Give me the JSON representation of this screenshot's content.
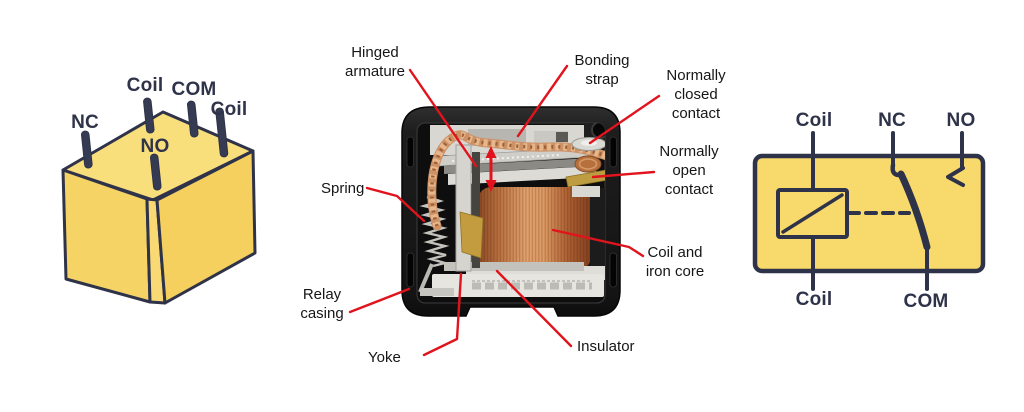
{
  "colors": {
    "navy": "#2f3349",
    "body_yellow": "#f6d365",
    "top_yellow": "#f9de7c",
    "schematic_yellow": "#f8d96b",
    "leader_red": "#e1131d",
    "coil_copper": "#c97c4a",
    "casing_black": "#1a1a1a",
    "photo_label_text": "#161616",
    "background": "#ffffff"
  },
  "pinout": {
    "nc": "NC",
    "coil_top": "Coil",
    "com": "COM",
    "coil_right": "Coil",
    "no": "NO"
  },
  "photo": {
    "hinged_armature": "Hinged\narmature",
    "bonding_strap": "Bonding\nstrap",
    "normally_closed_contact": "Normally\nclosed\ncontact",
    "normally_open_contact": "Normally\nopen\ncontact",
    "spring": "Spring",
    "coil_and_iron_core": "Coil and\niron core",
    "relay_casing": "Relay\ncasing",
    "yoke": "Yoke",
    "insulator": "Insulator"
  },
  "schematic": {
    "coil_top": "Coil",
    "nc": "NC",
    "no": "NO",
    "coil_bottom": "Coil",
    "com": "COM"
  }
}
